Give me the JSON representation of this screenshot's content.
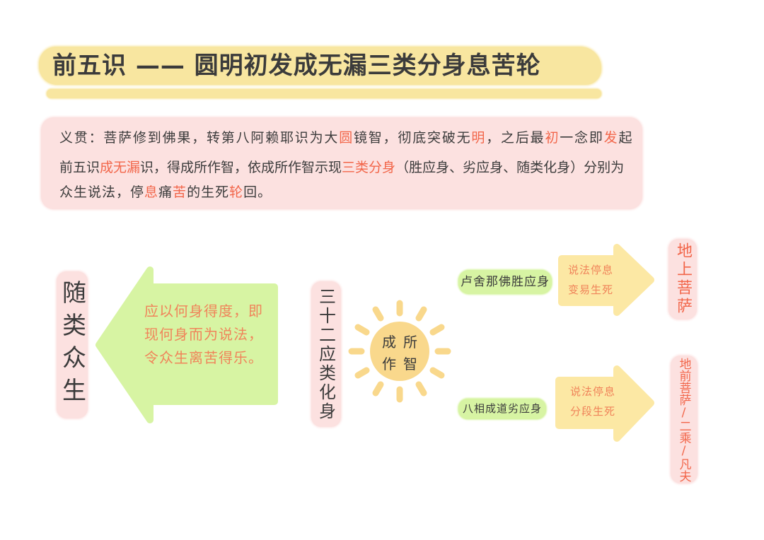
{
  "title": {
    "text": "前五识 —— 圆明初发成无漏三类分身息苦轮"
  },
  "explanation": {
    "lines": [
      {
        "segments": [
          {
            "text": "义贯：菩萨修到佛果，转第八阿赖耶识为大",
            "highlight": false
          },
          {
            "text": "圆",
            "highlight": true
          },
          {
            "text": "镜智，彻底突破无",
            "highlight": false
          },
          {
            "text": "明",
            "highlight": true
          },
          {
            "text": "，之后最",
            "highlight": false
          },
          {
            "text": "初",
            "highlight": true
          },
          {
            "text": "一念即",
            "highlight": false
          },
          {
            "text": "发",
            "highlight": true
          },
          {
            "text": "起",
            "highlight": false
          }
        ]
      },
      {
        "segments": [
          {
            "text": "前五识",
            "highlight": false
          },
          {
            "text": "成无漏",
            "highlight": true
          },
          {
            "text": "识，得成所作智，依成所作智示现",
            "highlight": false
          },
          {
            "text": "三类分身",
            "highlight": true
          },
          {
            "text": "（胜应身、劣应身、随类化身）分别为",
            "highlight": false
          }
        ]
      },
      {
        "segments": [
          {
            "text": "众生说法，停",
            "highlight": false
          },
          {
            "text": "息",
            "highlight": true
          },
          {
            "text": "痛",
            "highlight": false
          },
          {
            "text": "苦",
            "highlight": true
          },
          {
            "text": "的生死",
            "highlight": false
          },
          {
            "text": "轮",
            "highlight": true
          },
          {
            "text": "回。",
            "highlight": false
          }
        ]
      }
    ]
  },
  "diagram": {
    "left_target": "随类众生",
    "left_arrow": {
      "lines": [
        "应以何身得度，即",
        "现何身而为说法，",
        "令众生离苦得乐。"
      ]
    },
    "center_label": "三十二应类化身",
    "sun": {
      "line1": "成所",
      "line2": "作智"
    },
    "upper_branch": {
      "body": "卢舍那佛胜应身",
      "arrow_lines": [
        "说法停息",
        "变易生死"
      ],
      "target": "地上菩萨"
    },
    "lower_branch": {
      "body": "八相成道劣应身",
      "arrow_lines": [
        "说法停息",
        "分段生死"
      ],
      "target": "地前菩萨/二乘/凡夫"
    }
  },
  "colors": {
    "title_band": "#F8E6A0",
    "pink_panel": "#FCE1E0",
    "green_shape": "#D7F4A3",
    "sun_fill": "#F9D88C",
    "yellow_arrow": "#FCE8A4",
    "text_dark": "#3B3B3B",
    "highlight_red": "#F2664A",
    "arrow_orange": "#F0845A"
  }
}
